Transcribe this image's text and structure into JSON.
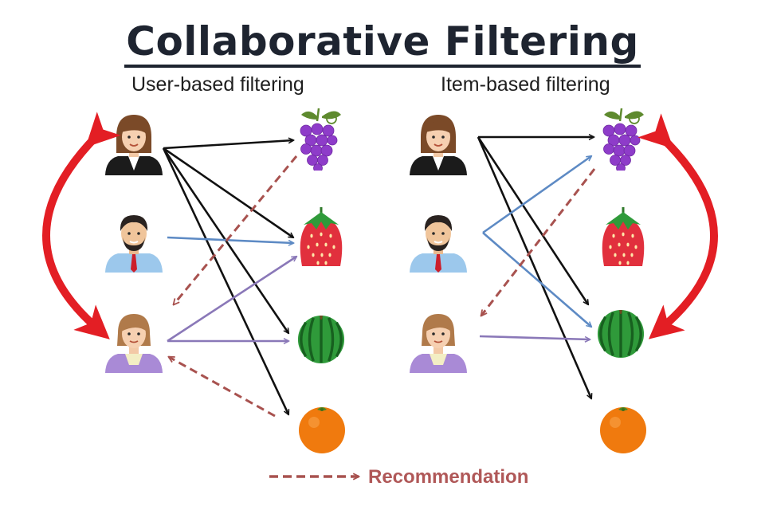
{
  "title": "Collaborative Filtering",
  "panels": {
    "left": {
      "label": "User-based filtering"
    },
    "right": {
      "label": "Item-based filtering"
    }
  },
  "legend": {
    "label": "Recommendation"
  },
  "colors": {
    "arrow_black": "#111111",
    "arrow_blue": "#5d8ac4",
    "arrow_purple": "#8a78b8",
    "recommendation": "#a8524f",
    "similarity": "#e31e24",
    "grape": "#8e3cc9",
    "strawberry": "#e1303d",
    "watermelon": "#2f9a3a",
    "orange": "#f07a0e"
  }
}
